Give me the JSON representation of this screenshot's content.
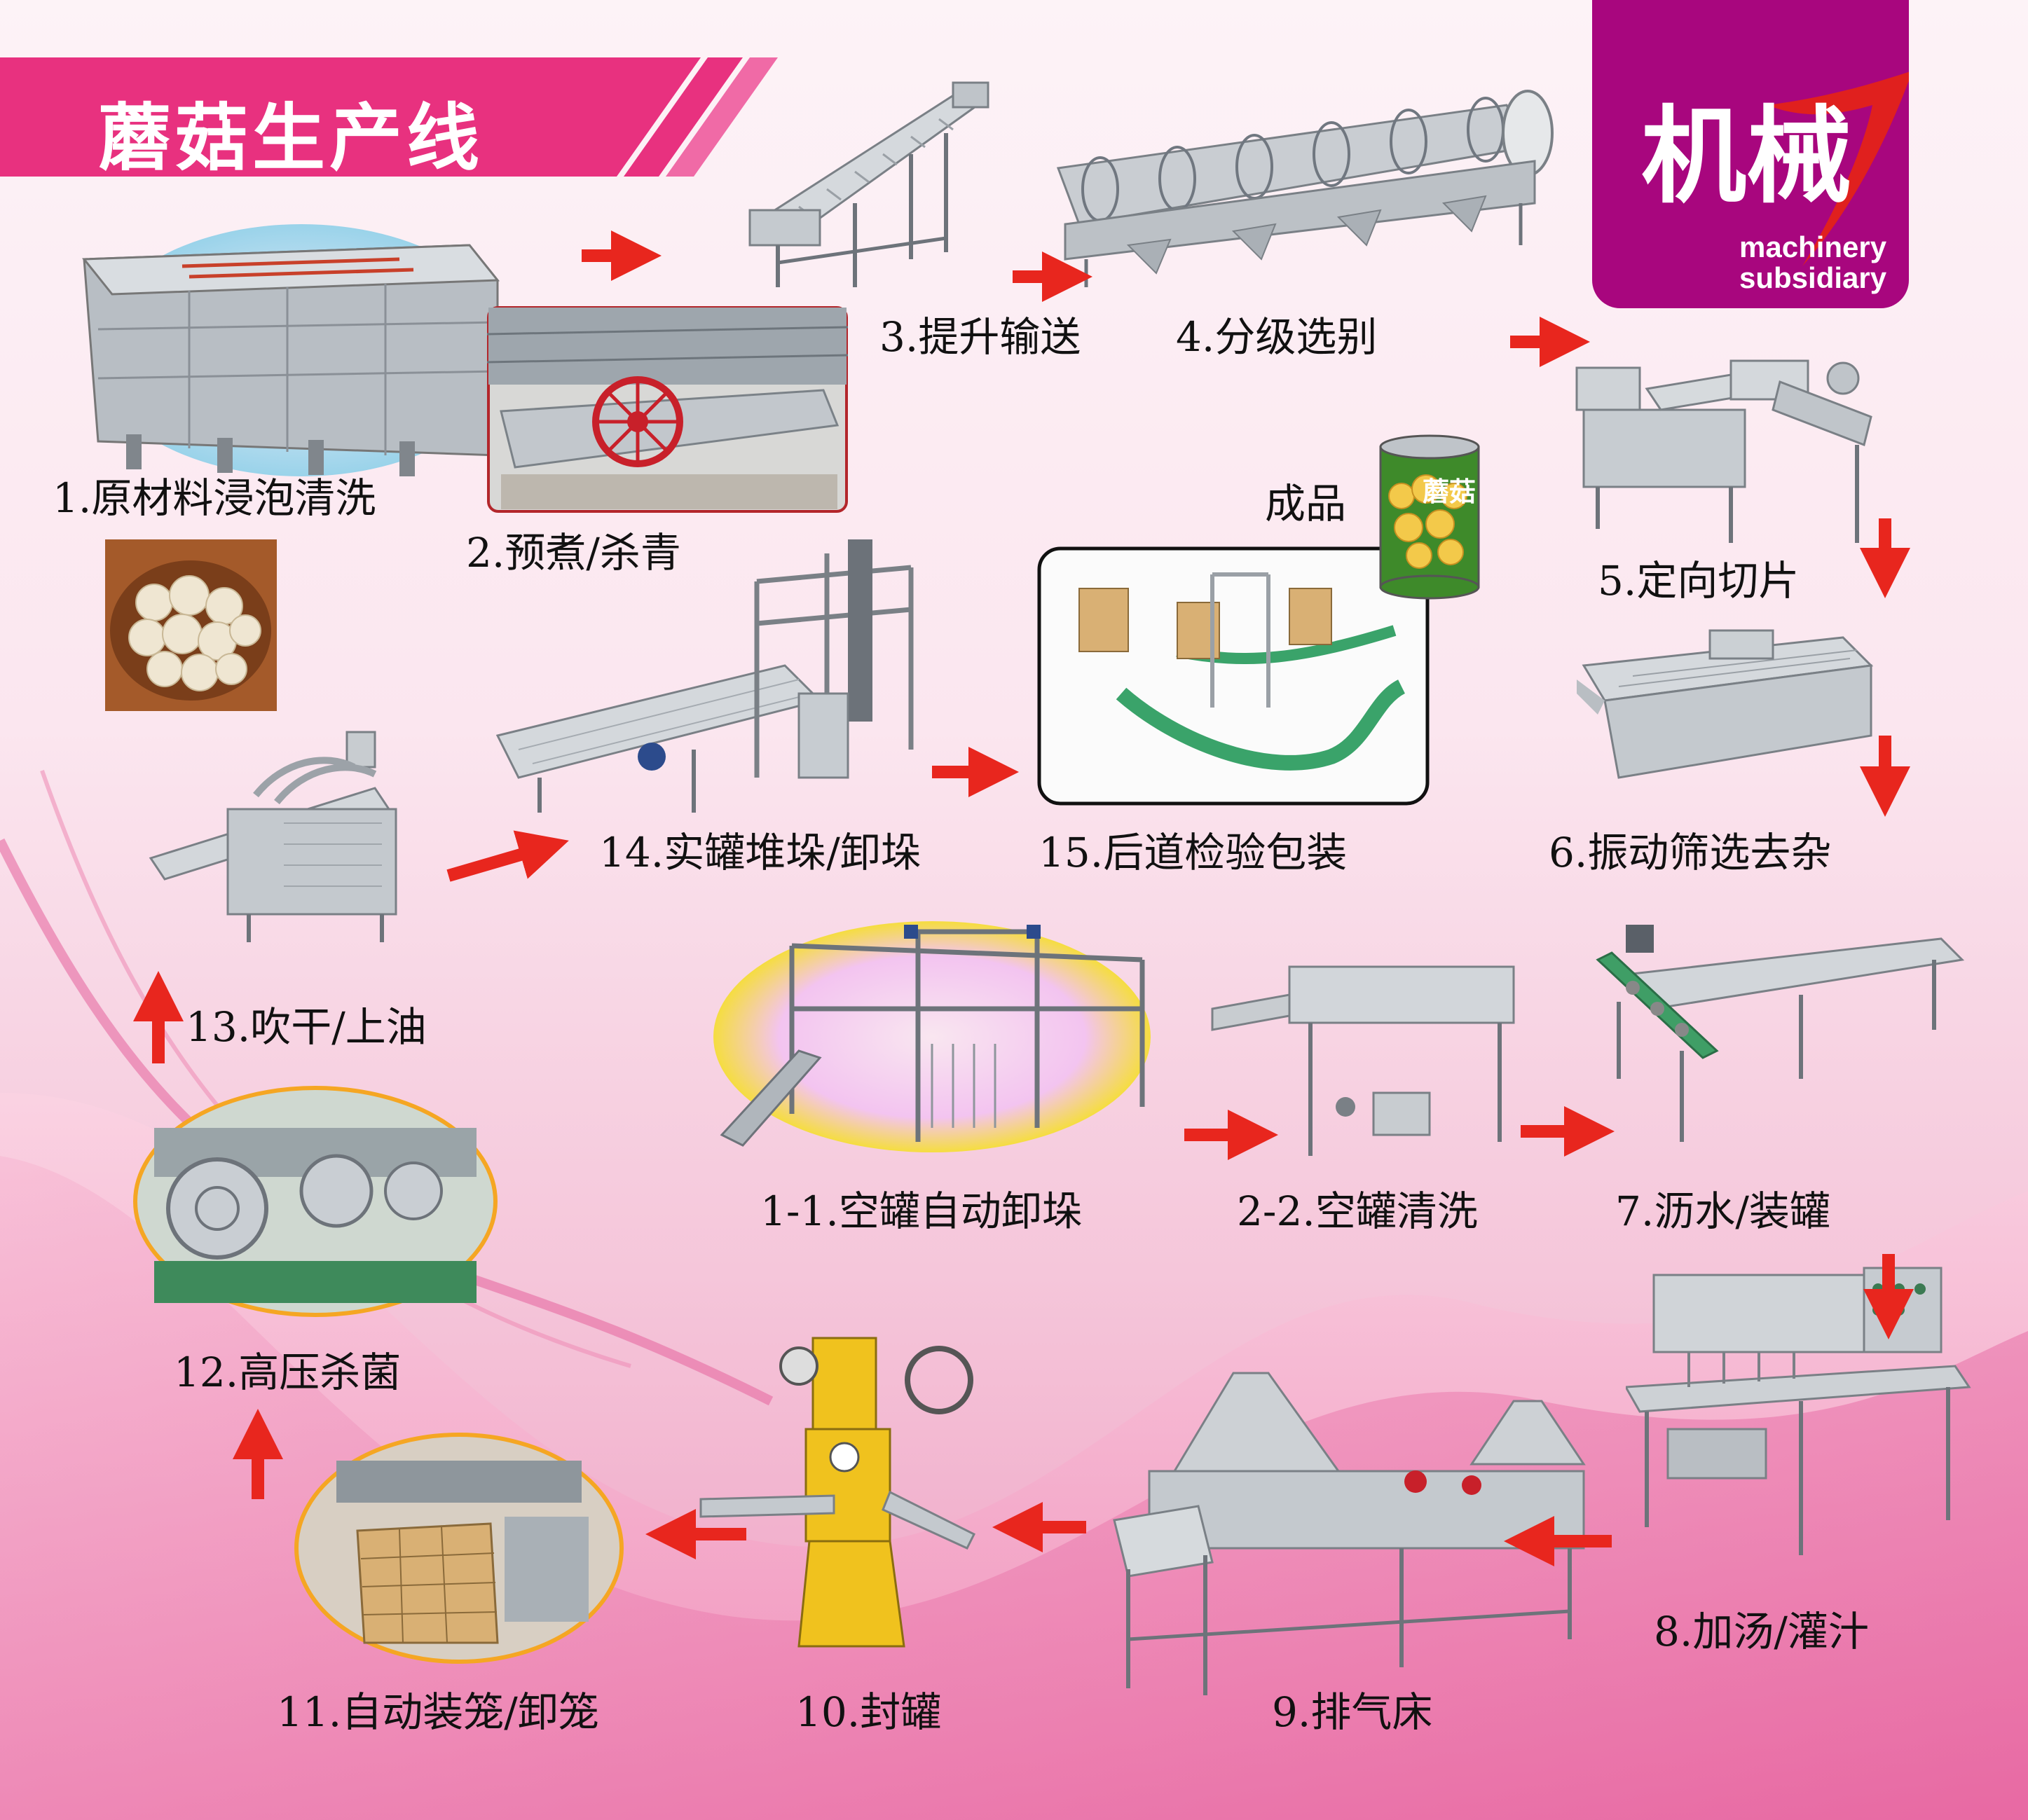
{
  "title": "蘑菇生产线",
  "logo": {
    "main": "机械",
    "line1": "machinery",
    "line2": "subsidiary"
  },
  "finished_product_label": "成品",
  "can_text": "蘑菇",
  "steps": {
    "s1": "1.原材料浸泡清洗",
    "s2": "2.预煮/杀青",
    "s3": "3.提升输送",
    "s4": "4.分级选别",
    "s5": "5.定向切片",
    "s6": "6.振动筛选去杂",
    "s7": "7.沥水/装罐",
    "s8": "8.加汤/灌汁",
    "s9": "9.排气床",
    "s10": "10.封罐",
    "s11": "11.自动装笼/卸笼",
    "s12": "12.高压杀菌",
    "s13": "13.吹干/上油",
    "s14": "14.实罐堆垛/卸垛",
    "s15": "15.后道检验包装",
    "s1_1": "1-1.空罐自动卸垛",
    "s2_2": "2-2.空罐清洗"
  },
  "colors": {
    "arrow": "#e8261e",
    "banner": "#e8317f",
    "logo": "#a8067e",
    "steel": "#c8ccd0"
  }
}
